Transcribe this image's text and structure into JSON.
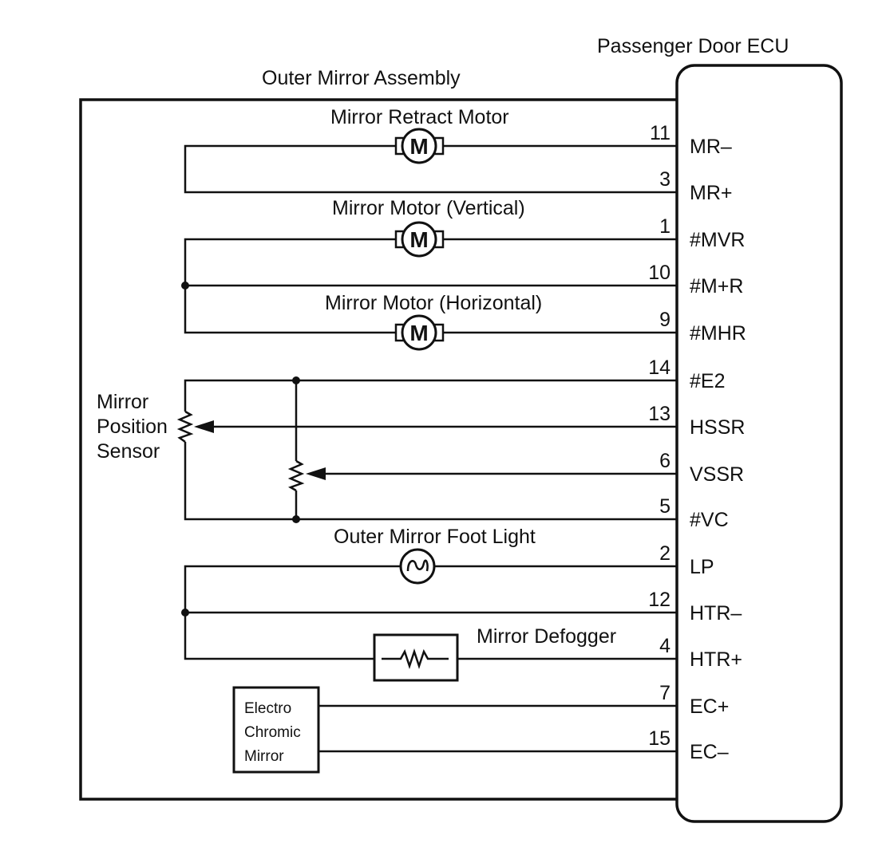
{
  "labels": {
    "ecu_title": "Passenger Door ECU",
    "assembly_title": "Outer Mirror Assembly",
    "retract_motor": "Mirror Retract Motor",
    "motor_vertical": "Mirror Motor (Vertical)",
    "motor_horizontal": "Mirror Motor (Horizontal)",
    "position_sensor_1": "Mirror",
    "position_sensor_2": "Position",
    "position_sensor_3": "Sensor",
    "foot_light": "Outer Mirror Foot Light",
    "defogger": "Mirror Defogger",
    "ec_mirror_1": "Electro",
    "ec_mirror_2": "Chromic",
    "ec_mirror_3": "Mirror",
    "motor_symbol": "M"
  },
  "pins": [
    {
      "num": "11",
      "name": "MR–"
    },
    {
      "num": "3",
      "name": "MR+"
    },
    {
      "num": "1",
      "name": "#MVR"
    },
    {
      "num": "10",
      "name": "#M+R"
    },
    {
      "num": "9",
      "name": "#MHR"
    },
    {
      "num": "14",
      "name": "#E2"
    },
    {
      "num": "13",
      "name": "HSSR"
    },
    {
      "num": "6",
      "name": "VSSR"
    },
    {
      "num": "5",
      "name": "#VC"
    },
    {
      "num": "2",
      "name": "LP"
    },
    {
      "num": "12",
      "name": "HTR–"
    },
    {
      "num": "4",
      "name": "HTR+"
    },
    {
      "num": "7",
      "name": "EC+"
    },
    {
      "num": "15",
      "name": "EC–"
    }
  ]
}
